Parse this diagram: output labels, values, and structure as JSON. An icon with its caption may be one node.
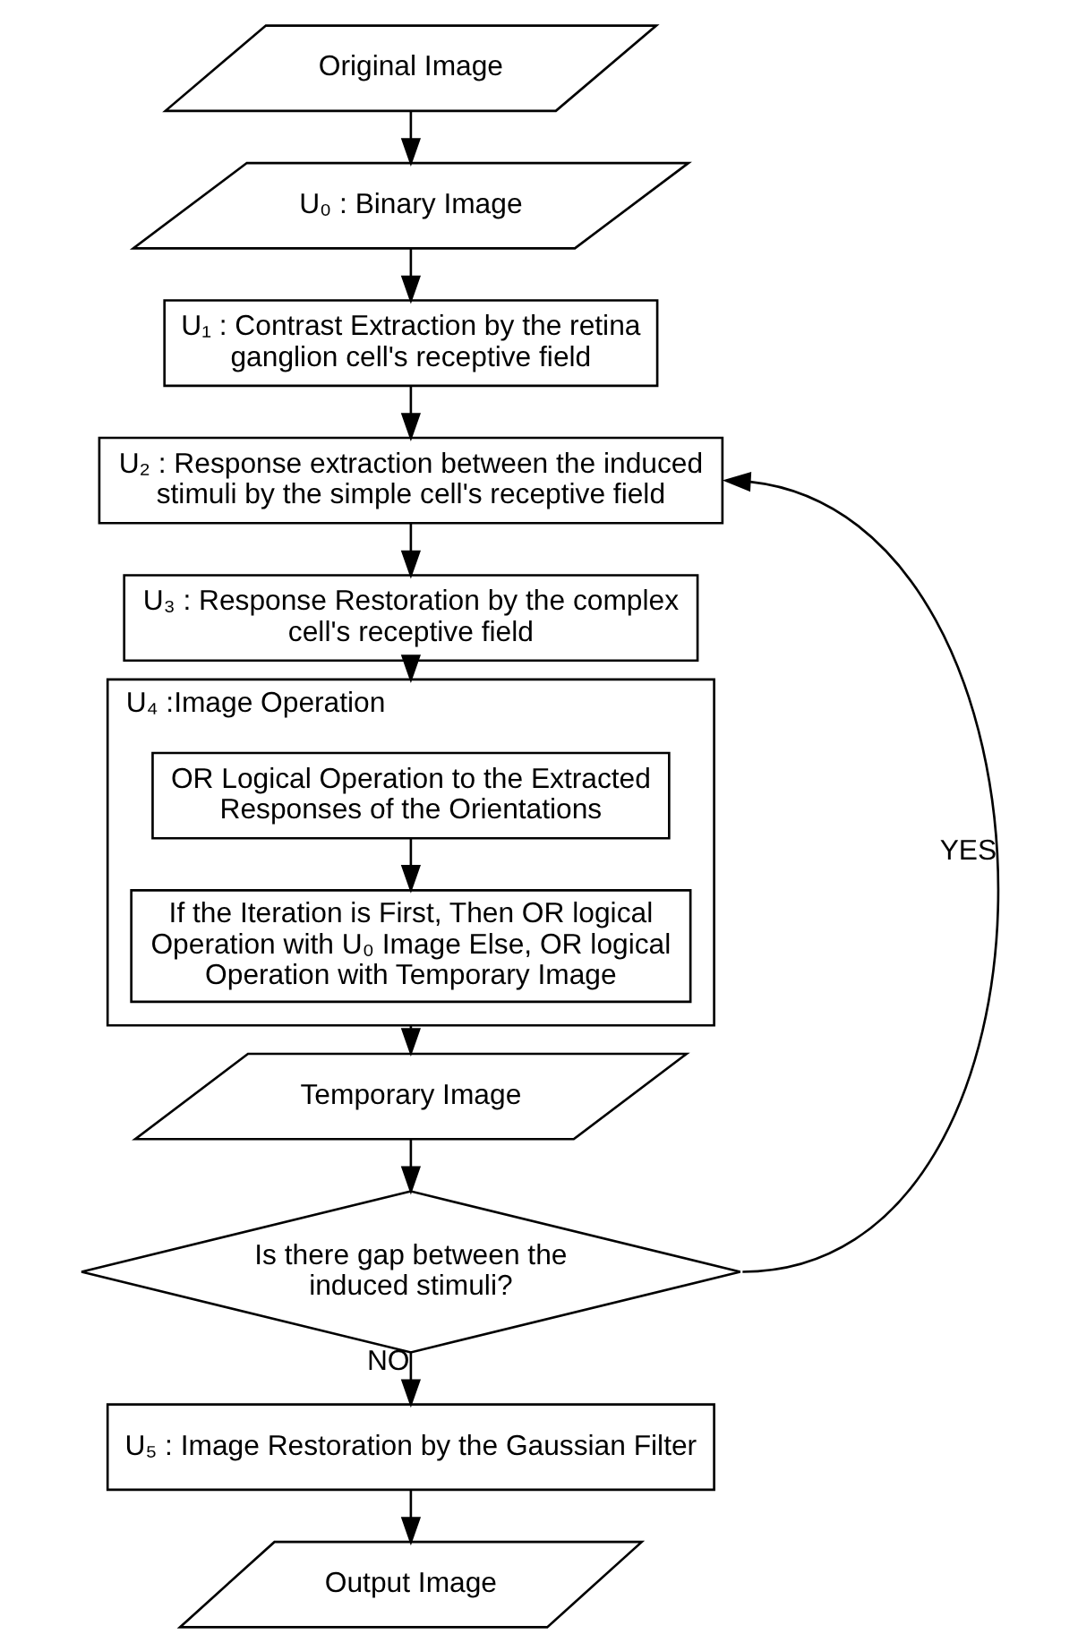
{
  "diagram": {
    "nodes": [
      {
        "text": [
          "Original Image"
        ]
      },
      {
        "text": [
          "U₀ : Binary Image"
        ]
      },
      {
        "text": [
          "U₁ : Contrast Extraction by the retina ganglion cell's receptive field"
        ]
      },
      {
        "text": [
          "U₂ : Response extraction between the induced stimuli by the simple cell's receptive field"
        ]
      },
      {
        "text": [
          "U₃ : Response Restoration by the complex cell's receptive field"
        ]
      },
      {
        "text": [
          "U₄ :Image Operation"
        ]
      },
      {
        "text": [
          "OR Logical Operation to the Extracted Responses of the Orientations"
        ],
        "in": 5
      },
      {
        "text": [
          "If the Iteration is First, Then OR logical Operation with U₀ Image Else, OR logical Operation with Temporary Image"
        ],
        "in": 5
      },
      {
        "text": [
          "Temporary Image"
        ]
      },
      {
        "text": [
          "Is there gap between the induced stimuli?"
        ]
      },
      {
        "text": [
          "U₅ : Image Restoration by the Gaussian Filter"
        ]
      },
      {
        "text": [
          "Output Image"
        ]
      }
    ],
    "edges": [
      {
        "from": 0,
        "to": 1,
        "arrow": "to"
      },
      {
        "from": 1,
        "to": 2,
        "arrow": "to"
      },
      {
        "from": 2,
        "to": 3,
        "arrow": "to"
      },
      {
        "from": 3,
        "to": 4,
        "arrow": "to"
      },
      {
        "from": 4,
        "to": 5,
        "arrow": "to"
      },
      {
        "from": 6,
        "to": 7,
        "arrow": "to"
      },
      {
        "from": 5,
        "to": 8,
        "arrow": "to"
      },
      {
        "from": 8,
        "to": 9,
        "arrow": "to"
      },
      {
        "from": 9,
        "to": 10,
        "label": "NO",
        "arrow": "to"
      },
      {
        "from": 10,
        "to": 11,
        "arrow": "to"
      },
      {
        "from": 9,
        "to": 3,
        "label": "YES",
        "arrow": "to"
      }
    ]
  }
}
